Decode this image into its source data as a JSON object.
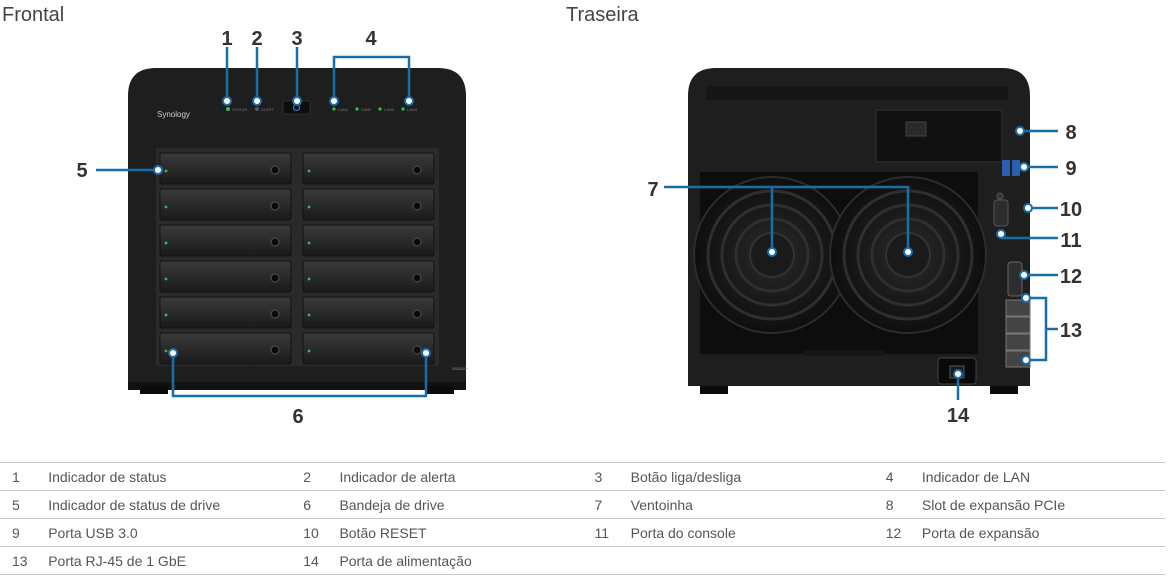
{
  "headings": {
    "front": "Frontal",
    "rear": "Traseira"
  },
  "device": {
    "brand": "Synology",
    "model": "DS2419+",
    "front_leds": [
      "STATUS",
      "ALERT",
      "LAN1",
      "LAN2",
      "LAN3",
      "LAN4"
    ]
  },
  "callouts": {
    "c1": "1",
    "c2": "2",
    "c3": "3",
    "c4": "4",
    "c5": "5",
    "c6": "6",
    "c7": "7",
    "c8": "8",
    "c9": "9",
    "c10": "10",
    "c11": "11",
    "c12": "12",
    "c13": "13",
    "c14": "14"
  },
  "legend": [
    [
      {
        "num": "1",
        "label": "Indicador de status"
      },
      {
        "num": "2",
        "label": "Indicador de alerta"
      },
      {
        "num": "3",
        "label": "Botão liga/desliga"
      },
      {
        "num": "4",
        "label": "Indicador de LAN"
      }
    ],
    [
      {
        "num": "5",
        "label": "Indicador de status de drive"
      },
      {
        "num": "6",
        "label": "Bandeja de drive"
      },
      {
        "num": "7",
        "label": "Ventoinha"
      },
      {
        "num": "8",
        "label": "Slot de expansão PCIe"
      }
    ],
    [
      {
        "num": "9",
        "label": "Porta USB 3.0"
      },
      {
        "num": "10",
        "label": "Botão RESET"
      },
      {
        "num": "11",
        "label": "Porta do console"
      },
      {
        "num": "12",
        "label": "Porta de expansão"
      }
    ],
    [
      {
        "num": "13",
        "label": "Porta RJ-45 de 1 GbE"
      },
      {
        "num": "14",
        "label": "Porta de alimentação"
      },
      {
        "num": "",
        "label": ""
      },
      {
        "num": "",
        "label": ""
      }
    ]
  ],
  "colors": {
    "callout_line": "#1a6ea8",
    "chassis": "#1f1f1f",
    "led_green": "#35c24a",
    "power_blue": "#3a7bd5"
  }
}
